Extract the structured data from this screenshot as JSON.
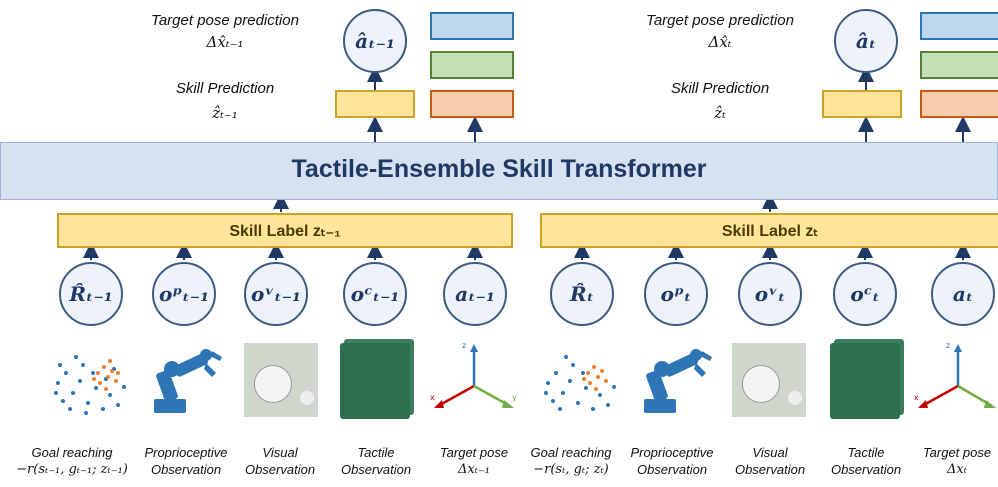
{
  "transformer": {
    "title": "Tactile-Ensemble Skill Transformer"
  },
  "left": {
    "target_title": "Target pose prediction",
    "target_math": "Δx̂ₜ₋₁",
    "skill_title": "Skill Prediction",
    "skill_math": "ẑₜ₋₁",
    "action_token": "âₜ₋₁",
    "skill_label": "Skill Label zₜ₋₁",
    "tokens": [
      "R̂ₜ₋₁",
      "oᵖₜ₋₁",
      "oᵛₜ₋₁",
      "oᶜₜ₋₁",
      "aₜ₋₁"
    ],
    "captions": [
      {
        "line1": "Goal reaching",
        "line2": "−r(sₜ₋₁, gₜ₋₁; zₜ₋₁)"
      },
      {
        "line1": "Proprioceptive",
        "line2": "Observation"
      },
      {
        "line1": "Visual",
        "line2": "Observation"
      },
      {
        "line1": "Tactile",
        "line2": "Observation"
      },
      {
        "line1": "Target pose",
        "line2": "Δxₜ₋₁"
      }
    ]
  },
  "right": {
    "target_title": "Target pose prediction",
    "target_math": "Δx̂ₜ",
    "skill_title": "Skill Prediction",
    "skill_math": "ẑₜ",
    "action_token": "âₜ",
    "skill_label": "Skill Label zₜ",
    "tokens": [
      "R̂ₜ",
      "oᵖₜ",
      "oᵛₜ",
      "oᶜₜ",
      "aₜ"
    ],
    "captions": [
      {
        "line1": "Goal reaching",
        "line2": "−r(sₜ, gₜ; zₜ)"
      },
      {
        "line1": "Proprioceptive",
        "line2": "Observation"
      },
      {
        "line1": "Visual",
        "line2": "Observation"
      },
      {
        "line1": "Tactile",
        "line2": "Observation"
      },
      {
        "line1": "Target pose",
        "line2": "Δxₜ"
      }
    ]
  },
  "axes_labels": {
    "x": "x",
    "y": "y",
    "z": "z"
  },
  "colors": {
    "circle_border": "#3d5a80",
    "skill_yellow": "#ffe599",
    "blue_box": "#bdd7ee",
    "green_box": "#c5e0b4",
    "orange_box": "#f8cbad",
    "transformer_bg": "#d6e1f1",
    "title_text": "#1f3864"
  }
}
